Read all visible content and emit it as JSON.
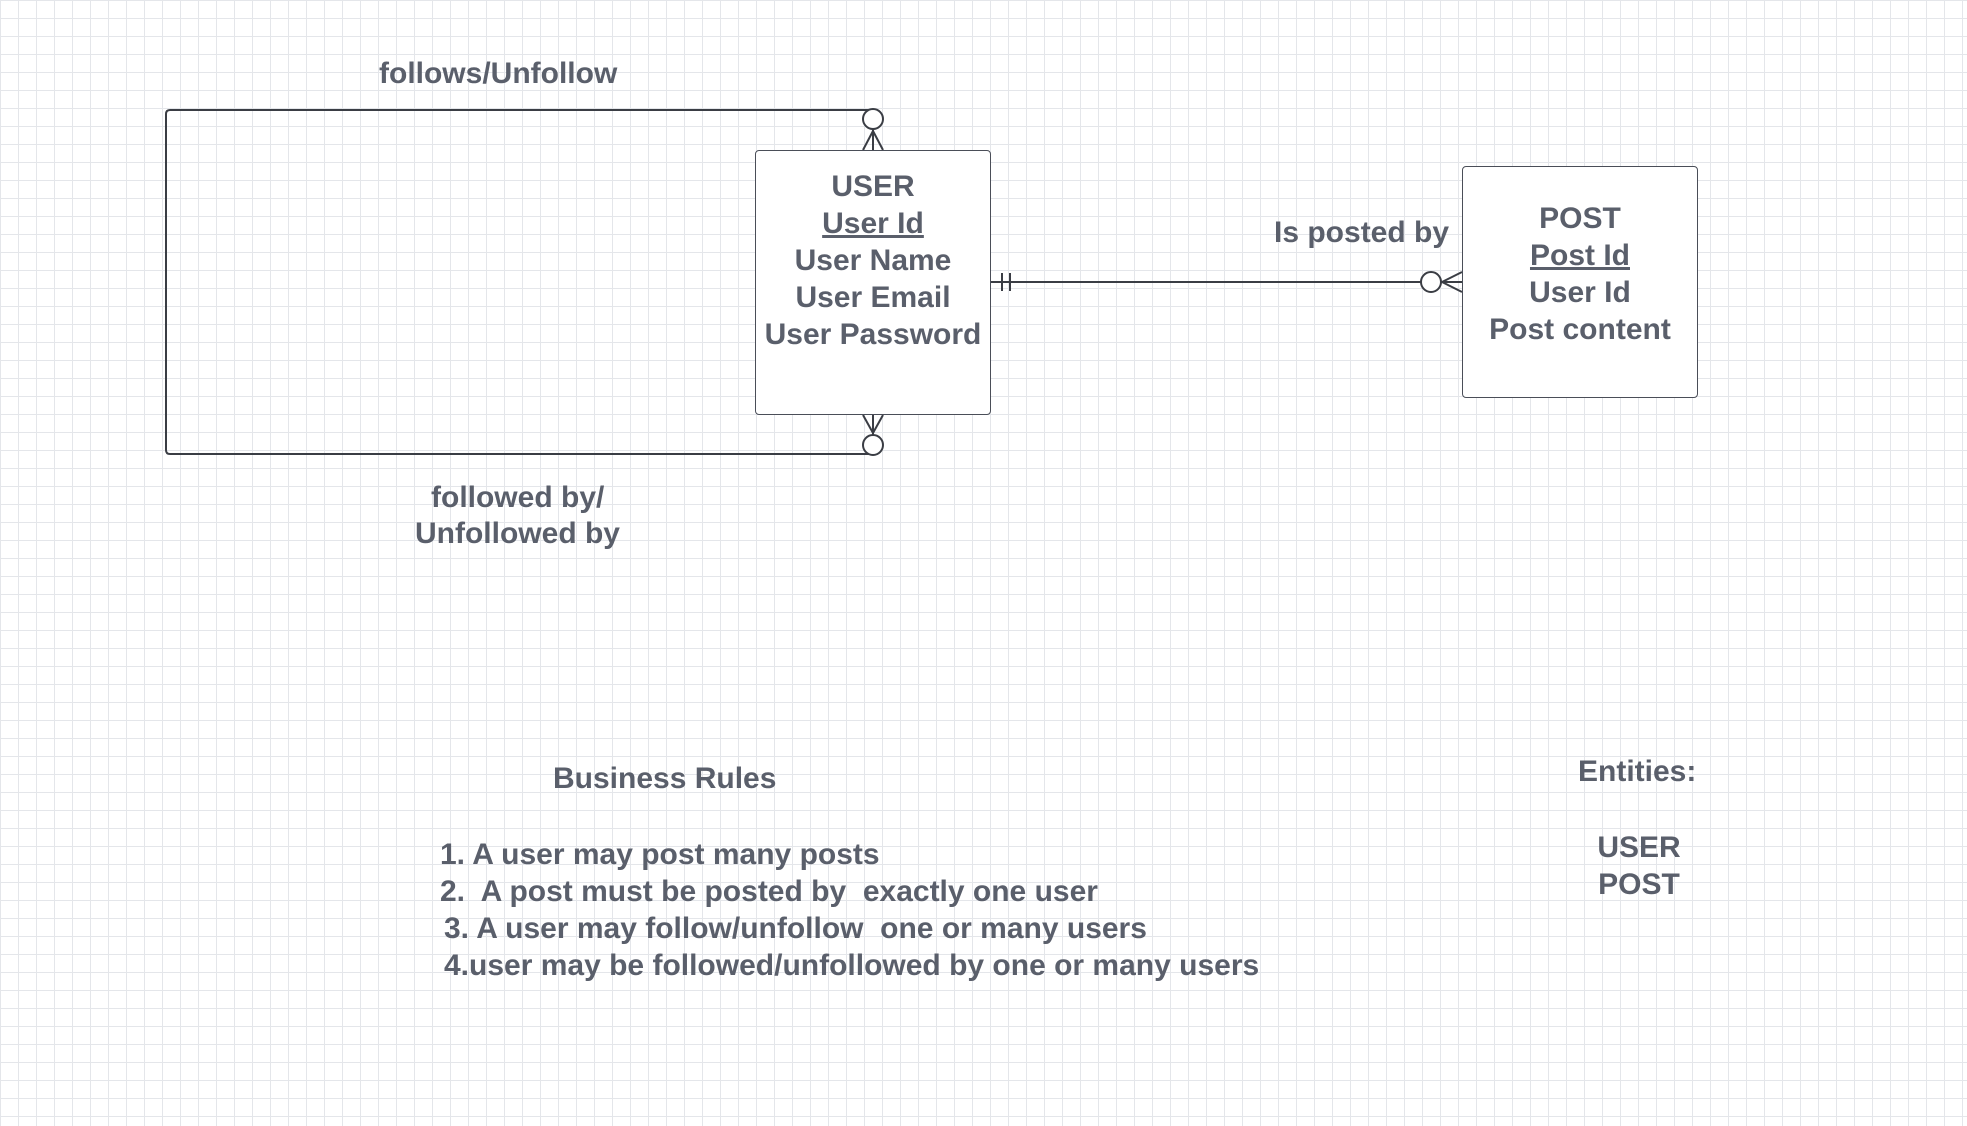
{
  "relationships": {
    "follows": "follows/Unfollow",
    "followed_by_line1": "followed by/",
    "followed_by_line2": "Unfollowed by",
    "posted_by": "Is posted by"
  },
  "entities": {
    "user": {
      "name": "USER",
      "key": "User Id",
      "attributes": [
        "User Name",
        "User Email",
        "User Password"
      ]
    },
    "post": {
      "name": "POST",
      "key": "Post Id",
      "attributes": [
        "User Id",
        "Post content"
      ]
    }
  },
  "business_rules": {
    "title": "Business Rules",
    "items": [
      "1. A user may post many posts",
      "2.  A post must be posted by  exactly one user",
      "3. A user may follow/unfollow  one or many users",
      "4.user may be followed/unfollowed by one or many users"
    ]
  },
  "entities_list": {
    "title": "Entities:",
    "items": [
      "USER",
      "POST"
    ]
  },
  "colors": {
    "line": "#3a3d44",
    "text": "#5a5f6b",
    "grid": "#e4e6ea"
  }
}
